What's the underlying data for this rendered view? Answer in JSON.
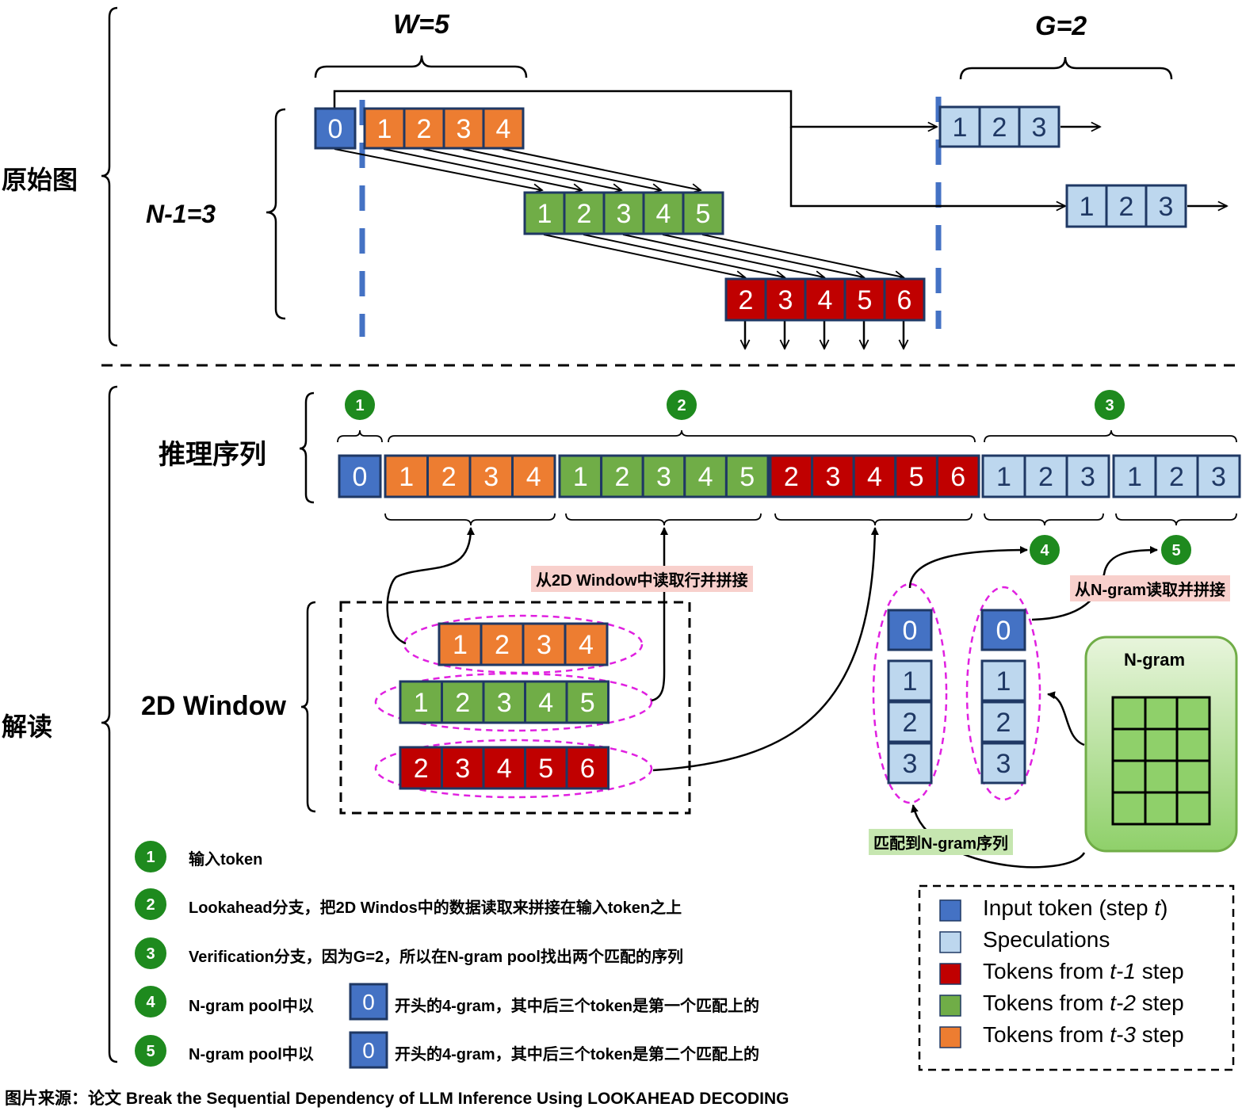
{
  "top": {
    "section_label": "原始图",
    "w_label": "W=5",
    "g_label": "G=2",
    "n_label": "N-1=3",
    "input_token": "0",
    "orange_row": [
      "1",
      "2",
      "3",
      "4"
    ],
    "green_row": [
      "1",
      "2",
      "3",
      "4",
      "5"
    ],
    "red_row": [
      "2",
      "3",
      "4",
      "5",
      "6"
    ],
    "spec_row_1": [
      "1",
      "2",
      "3"
    ],
    "spec_row_2": [
      "1",
      "2",
      "3"
    ]
  },
  "bottom": {
    "section_label": "解读",
    "sequence_label": "推理序列",
    "window_label": "2D Window",
    "sequence": {
      "input": [
        "0"
      ],
      "orange": [
        "1",
        "2",
        "3",
        "4"
      ],
      "green": [
        "1",
        "2",
        "3",
        "4",
        "5"
      ],
      "red": [
        "2",
        "3",
        "4",
        "5",
        "6"
      ],
      "spec1": [
        "1",
        "2",
        "3"
      ],
      "spec2": [
        "1",
        "2",
        "3"
      ]
    },
    "window_rows": {
      "orange": [
        "1",
        "2",
        "3",
        "4"
      ],
      "green": [
        "1",
        "2",
        "3",
        "4",
        "5"
      ],
      "red": [
        "2",
        "3",
        "4",
        "5",
        "6"
      ]
    },
    "ngram_col1": [
      "0",
      "1",
      "2",
      "3"
    ],
    "ngram_col2": [
      "0",
      "1",
      "2",
      "3"
    ],
    "ngram_box_label": "N-gram",
    "annotation_read_window": "从2D Window中读取行并拼接",
    "annotation_read_ngram": "从N-gram读取并拼接",
    "annotation_match": "匹配到N-gram序列",
    "circle_numbers": [
      "1",
      "2",
      "3",
      "4",
      "5"
    ],
    "notes": [
      {
        "num": "1",
        "text": "输入token"
      },
      {
        "num": "2",
        "text": "Lookahead分支，把2D Windos中的数据读取来拼接在输入token之上"
      },
      {
        "num": "3",
        "text": "Verification分支，因为G=2，所以在N-gram pool找出两个匹配的序列"
      },
      {
        "num": "4",
        "pre": "N-gram pool中以",
        "token": "0",
        "post": "开头的4-gram，其中后三个token是第一个匹配上的"
      },
      {
        "num": "5",
        "pre": "N-gram pool中以",
        "token": "0",
        "post": "开头的4-gram，其中后三个token是第二个匹配上的"
      }
    ]
  },
  "legend": [
    {
      "color": "#4472c4",
      "text": "Input token (step ",
      "italic": "t",
      "after": ")"
    },
    {
      "color": "#bdd7ee",
      "text": "Speculations",
      "italic": "",
      "after": ""
    },
    {
      "color": "#c00000",
      "text": "Tokens from ",
      "italic": "t-1",
      "after": " step"
    },
    {
      "color": "#70ad47",
      "text": "Tokens from ",
      "italic": "t-2",
      "after": " step"
    },
    {
      "color": "#ed7d31",
      "text": "Tokens from ",
      "italic": "t-3",
      "after": " step"
    }
  ],
  "source": "图片来源：论文 Break the Sequential Dependency of LLM Inference Using LOOKAHEAD DECODING",
  "colors": {
    "input": "#4472c4",
    "spec": "#bdd7ee",
    "red": "#c00000",
    "green": "#70ad47",
    "orange": "#ed7d31",
    "border": "#1f3864",
    "magenta": "#e020e0",
    "dash_blue": "#4472c4",
    "circle": "#1e8a1e"
  }
}
